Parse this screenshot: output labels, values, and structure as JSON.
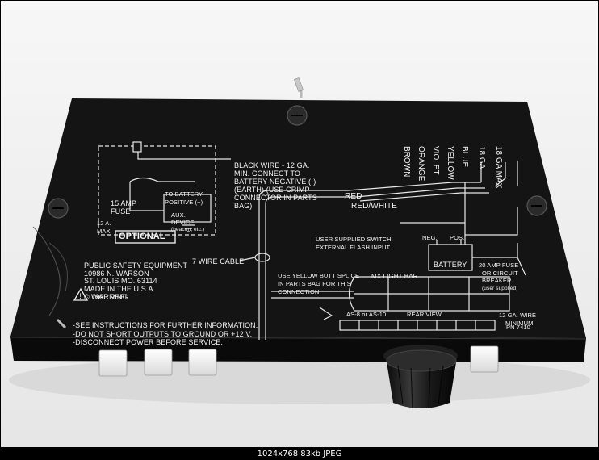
{
  "image": {
    "caption": "1024x768  83kb  JPEG"
  },
  "panel": {
    "black_wire_note": [
      "BLACK WIRE - 12 GA.",
      "MIN. CONNECT TO",
      "BATTERY NEGATIVE (-)",
      "(EARTH) (USE CRIMP",
      "CONNECTOR IN PARTS",
      "BAG)"
    ],
    "fuse_label": [
      "15 AMP",
      "FUSE"
    ],
    "battery_positive": [
      "TO BATTERY",
      "POSITIVE (+)"
    ],
    "max_label": [
      "12 A.",
      "MAX."
    ],
    "aux_device": [
      "AUX.",
      "DEVICE",
      "(beacon, etc.)"
    ],
    "optional": "OPTIONAL",
    "wire_colors": [
      "BROWN",
      "ORANGE",
      "VIOLET",
      "YELLOW",
      "BLUE",
      "18 GA.",
      "18 GA MAX"
    ],
    "red": "RED",
    "red_white": "RED/WHITE",
    "user_switch": [
      "USER SUPPLIED SWITCH,",
      "EXTERNAL FLASH INPUT."
    ],
    "neg": "NEG.",
    "pos": "POS.",
    "battery": "BATTERY",
    "fuse_breaker": [
      "20 AMP FUSE",
      "OR CIRCUIT",
      "BREAKER",
      "(user supplied)"
    ],
    "company": [
      "PUBLIC SAFETY EQUIPMENT",
      "10986 N. WARSON",
      "ST. LOUIS MO. 63114",
      "MADE IN THE U.S.A.",
      "© 1993 PSEI"
    ],
    "seven_wire": "7 WIRE CABLE",
    "splice_note": [
      "USE YELLOW BUTT SPLICE",
      "IN PARTS BAG FOR THIS",
      "CONNECTION."
    ],
    "light_bar": "MX LIGHT BAR",
    "wire_min": [
      "12 GA. WIRE",
      "MINIMUM"
    ],
    "warning_title": "WARNING",
    "warnings": [
      "-SEE INSTRUCTIONS FOR FURTHER INFORMATION.",
      "-DO NOT SHORT OUTPUTS TO GROUND OR +12 V.",
      "-DISCONNECT POWER BEFORE SERVICE."
    ],
    "as_label": "AS-8 or AS-10",
    "rear_view": "REAR VIEW",
    "pn": "PN 7410"
  }
}
